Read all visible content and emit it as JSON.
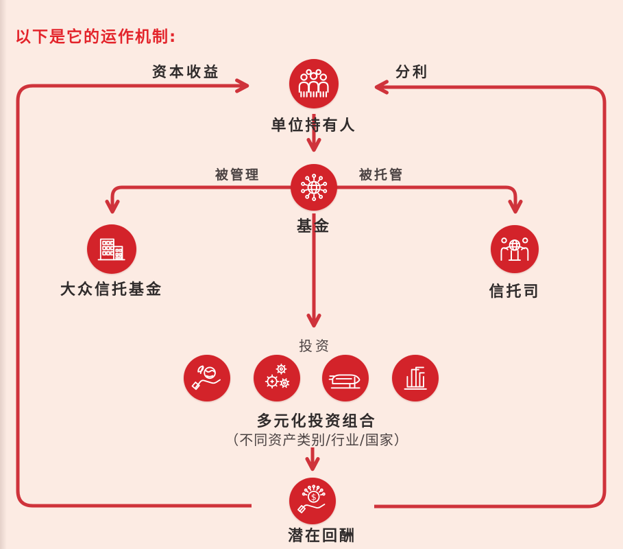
{
  "title": "以下是它的运作机制:",
  "colors": {
    "background": "#fcebe3",
    "circle": "#d3232a",
    "line": "#cf333b",
    "title": "#e3242b",
    "text": "#2f2b2b",
    "muted_text": "#4a4242",
    "icon_stroke": "#ffffff"
  },
  "flow_labels": {
    "capital_gains": "资本收益",
    "dividend": "分利",
    "managed": "被管理",
    "custodied": "被托管",
    "invest": "投资"
  },
  "nodes": {
    "unit_holders": {
      "label": "单位持有人",
      "icon": "people-group-icon"
    },
    "fund": {
      "label": "基金",
      "icon": "globe-network-icon"
    },
    "public_trust_fund": {
      "label": "大众信托基金",
      "icon": "building-icon"
    },
    "trustee": {
      "label": "信托司",
      "icon": "trustee-globe-icon"
    },
    "potential_returns": {
      "label": "潜在回酬",
      "icon": "hand-dollar-icon"
    }
  },
  "portfolio": {
    "label": "多元化投资组合",
    "sublabel": "（不同资产类别/行业/国家）",
    "icons": [
      "esg-hand-globe-icon",
      "gears-icon",
      "train-icon",
      "oil-rig-icon"
    ]
  }
}
